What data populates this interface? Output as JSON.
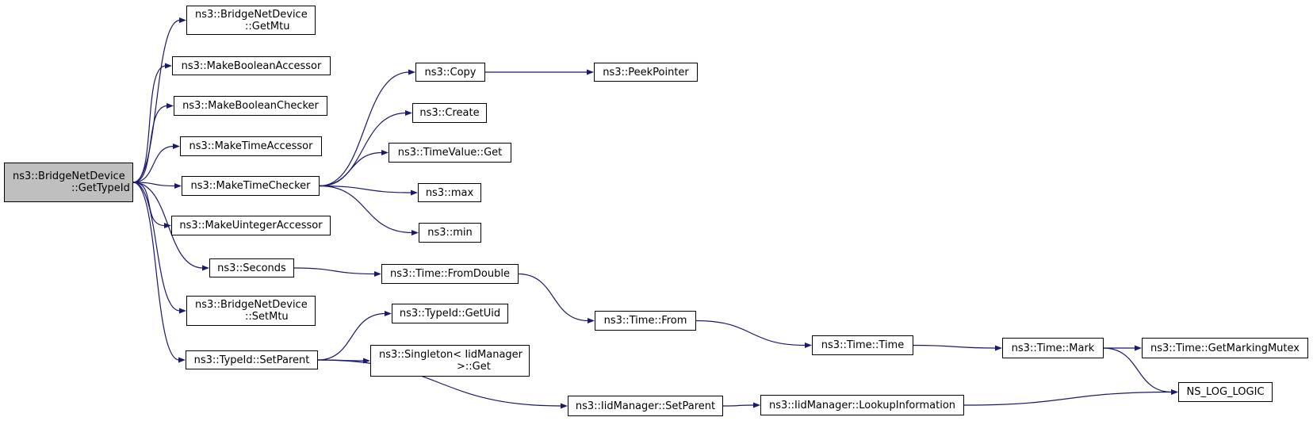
{
  "colors": {
    "edge": "#191970",
    "root_fill": "#bfbfbf",
    "node_fill": "#ffffff",
    "border": "#000000"
  },
  "nodes": {
    "root": [
      "ns3::BridgeNetDevice",
      "::GetTypeId"
    ],
    "getmtu": [
      "ns3::BridgeNetDevice",
      "::GetMtu"
    ],
    "mkboolacc": [
      "ns3::MakeBooleanAccessor"
    ],
    "mkboolchk": [
      "ns3::MakeBooleanChecker"
    ],
    "mktimeacc": [
      "ns3::MakeTimeAccessor"
    ],
    "mktimechk": [
      "ns3::MakeTimeChecker"
    ],
    "mkuintacc": [
      "ns3::MakeUintegerAccessor"
    ],
    "seconds": [
      "ns3::Seconds"
    ],
    "setmtu": [
      "ns3::BridgeNetDevice",
      "::SetMtu"
    ],
    "setparent": [
      "ns3::TypeId::SetParent"
    ],
    "copy": [
      "ns3::Copy"
    ],
    "peek": [
      "ns3::PeekPointer"
    ],
    "create": [
      "ns3::Create"
    ],
    "tvget": [
      "ns3::TimeValue::Get"
    ],
    "max": [
      "ns3::max"
    ],
    "min": [
      "ns3::min"
    ],
    "fromdouble": [
      "ns3::Time::FromDouble"
    ],
    "from": [
      "ns3::Time::From"
    ],
    "time": [
      "ns3::Time::Time"
    ],
    "mark": [
      "ns3::Time::Mark"
    ],
    "getmarking": [
      "ns3::Time::GetMarkingMutex"
    ],
    "nslog": [
      "NS_LOG_LOGIC"
    ],
    "getuid": [
      "ns3::TypeId::GetUid"
    ],
    "singleton": [
      "ns3::Singleton< IidManager",
      ">::Get"
    ],
    "iidsetparent": [
      "ns3::IidManager::SetParent"
    ],
    "lookup": [
      "ns3::IidManager::LookupInformation"
    ]
  },
  "edges": [
    [
      "root",
      "getmtu"
    ],
    [
      "root",
      "mkboolacc"
    ],
    [
      "root",
      "mkboolchk"
    ],
    [
      "root",
      "mktimeacc"
    ],
    [
      "root",
      "mktimechk"
    ],
    [
      "root",
      "mkuintacc"
    ],
    [
      "root",
      "seconds"
    ],
    [
      "root",
      "setmtu"
    ],
    [
      "root",
      "setparent"
    ],
    [
      "mktimechk",
      "copy"
    ],
    [
      "mktimechk",
      "create"
    ],
    [
      "mktimechk",
      "tvget"
    ],
    [
      "mktimechk",
      "max"
    ],
    [
      "mktimechk",
      "min"
    ],
    [
      "copy",
      "peek"
    ],
    [
      "seconds",
      "fromdouble"
    ],
    [
      "fromdouble",
      "from"
    ],
    [
      "from",
      "time"
    ],
    [
      "time",
      "mark"
    ],
    [
      "mark",
      "getmarking"
    ],
    [
      "mark",
      "nslog"
    ],
    [
      "setparent",
      "getuid"
    ],
    [
      "setparent",
      "singleton"
    ],
    [
      "setparent",
      "iidsetparent"
    ],
    [
      "iidsetparent",
      "lookup"
    ],
    [
      "lookup",
      "nslog"
    ]
  ]
}
